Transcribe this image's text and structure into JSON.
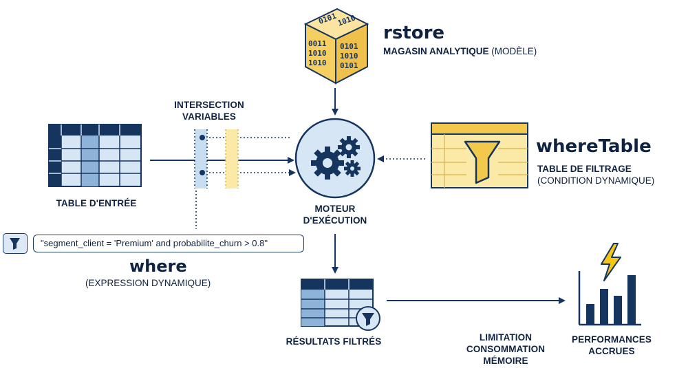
{
  "rstore": {
    "title": "rstore",
    "subtitle_bold": "MAGASIN ANALYTIQUE",
    "subtitle_rest": " (MODÈLE)",
    "cube_bits": [
      "0011",
      "1010",
      "1010",
      "0101"
    ]
  },
  "intersection": {
    "line1": "INTERSECTION",
    "line2": "VARIABLES"
  },
  "input_table": {
    "label": "TABLE D'ENTRÉE"
  },
  "engine": {
    "line1": "MOTEUR",
    "line2": "D'EXÉCUTION"
  },
  "where_table": {
    "title": "whereTable",
    "subtitle1": "TABLE DE FILTRAGE",
    "subtitle2": "(CONDITION DYNAMIQUE)"
  },
  "where": {
    "expression": "\"segment_client = 'Premium' and probabilite_churn > 0.8\"",
    "title": "where",
    "subtitle": "(EXPRESSION DYNAMIQUE)"
  },
  "results": {
    "label": "RÉSULTATS FILTRÉS"
  },
  "memory": {
    "line1": "LIMITATION",
    "line2": "CONSOMMATION",
    "line3": "MÉMOIRE"
  },
  "performance": {
    "line1": "PERFORMANCES",
    "line2": "ACCRUES"
  },
  "colors": {
    "navy": "#15345e",
    "blue_light": "#c9ddf1",
    "blue_mid": "#8db3d9",
    "gold": "#f2c94c",
    "gold_light": "#fbe9a8",
    "bolt": "#f5c518"
  },
  "icons": [
    "binary-cube-icon",
    "spreadsheet-icon",
    "gears-icon",
    "funnel-icon",
    "bar-chart-icon",
    "lightning-icon",
    "filter-icon"
  ]
}
